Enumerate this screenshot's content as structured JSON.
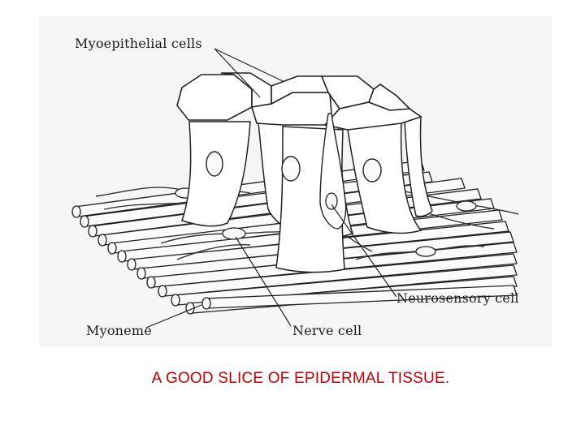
{
  "labels": {
    "myoepithelial": "Myoepithelial cells",
    "neurosensory": "Neurosensory cell",
    "myoneme": "Myoneme",
    "nerve": "Nerve cell"
  },
  "caption": "A GOOD SLICE OF EPIDERMAL TISSUE.",
  "colors": {
    "caption": "#c00000",
    "ink": "#1a1a1a",
    "paper": "#f6f6f6"
  }
}
